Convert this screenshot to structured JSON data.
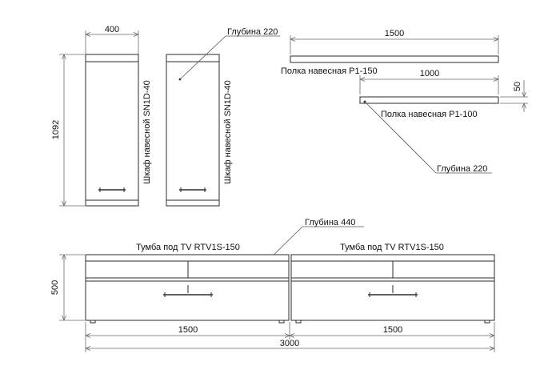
{
  "cabinets": {
    "width_dim": "400",
    "height_dim": "1092",
    "left_label": "Шкаф навесной SN1D-40",
    "right_label": "Шкаф навесной SN1D-40",
    "depth_label": "Глубина 220"
  },
  "shelves": {
    "large": {
      "width_dim": "1500",
      "label": "Полка навесная P1-150"
    },
    "small": {
      "width_dim": "1000",
      "label": "Полка навесная P1-100"
    },
    "thickness_dim": "50",
    "depth_label": "Глубина 220"
  },
  "tv_units": {
    "depth_label": "Глубина 440",
    "left_label": "Тумба под TV RTV1S-150",
    "right_label": "Тумба под TV RTV1S-150",
    "height_dim": "500",
    "left_width_dim": "1500",
    "right_width_dim": "1500",
    "total_width_dim": "3000"
  }
}
